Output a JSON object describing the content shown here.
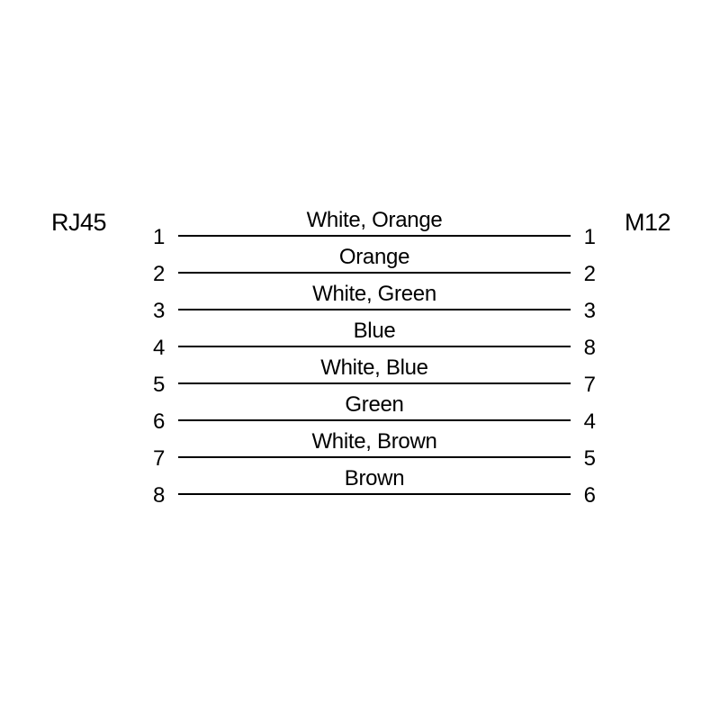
{
  "diagram": {
    "left_connector": "RJ45",
    "right_connector": "M12",
    "rows": [
      {
        "left_pin": "1",
        "wire": "White, Orange",
        "right_pin": "1"
      },
      {
        "left_pin": "2",
        "wire": "Orange",
        "right_pin": "2"
      },
      {
        "left_pin": "3",
        "wire": "White, Green",
        "right_pin": "3"
      },
      {
        "left_pin": "4",
        "wire": "Blue",
        "right_pin": "8"
      },
      {
        "left_pin": "5",
        "wire": "White, Blue",
        "right_pin": "7"
      },
      {
        "left_pin": "6",
        "wire": "Green",
        "right_pin": "4"
      },
      {
        "left_pin": "7",
        "wire": "White, Brown",
        "right_pin": "5"
      },
      {
        "left_pin": "8",
        "wire": "Brown",
        "right_pin": "6"
      }
    ]
  }
}
